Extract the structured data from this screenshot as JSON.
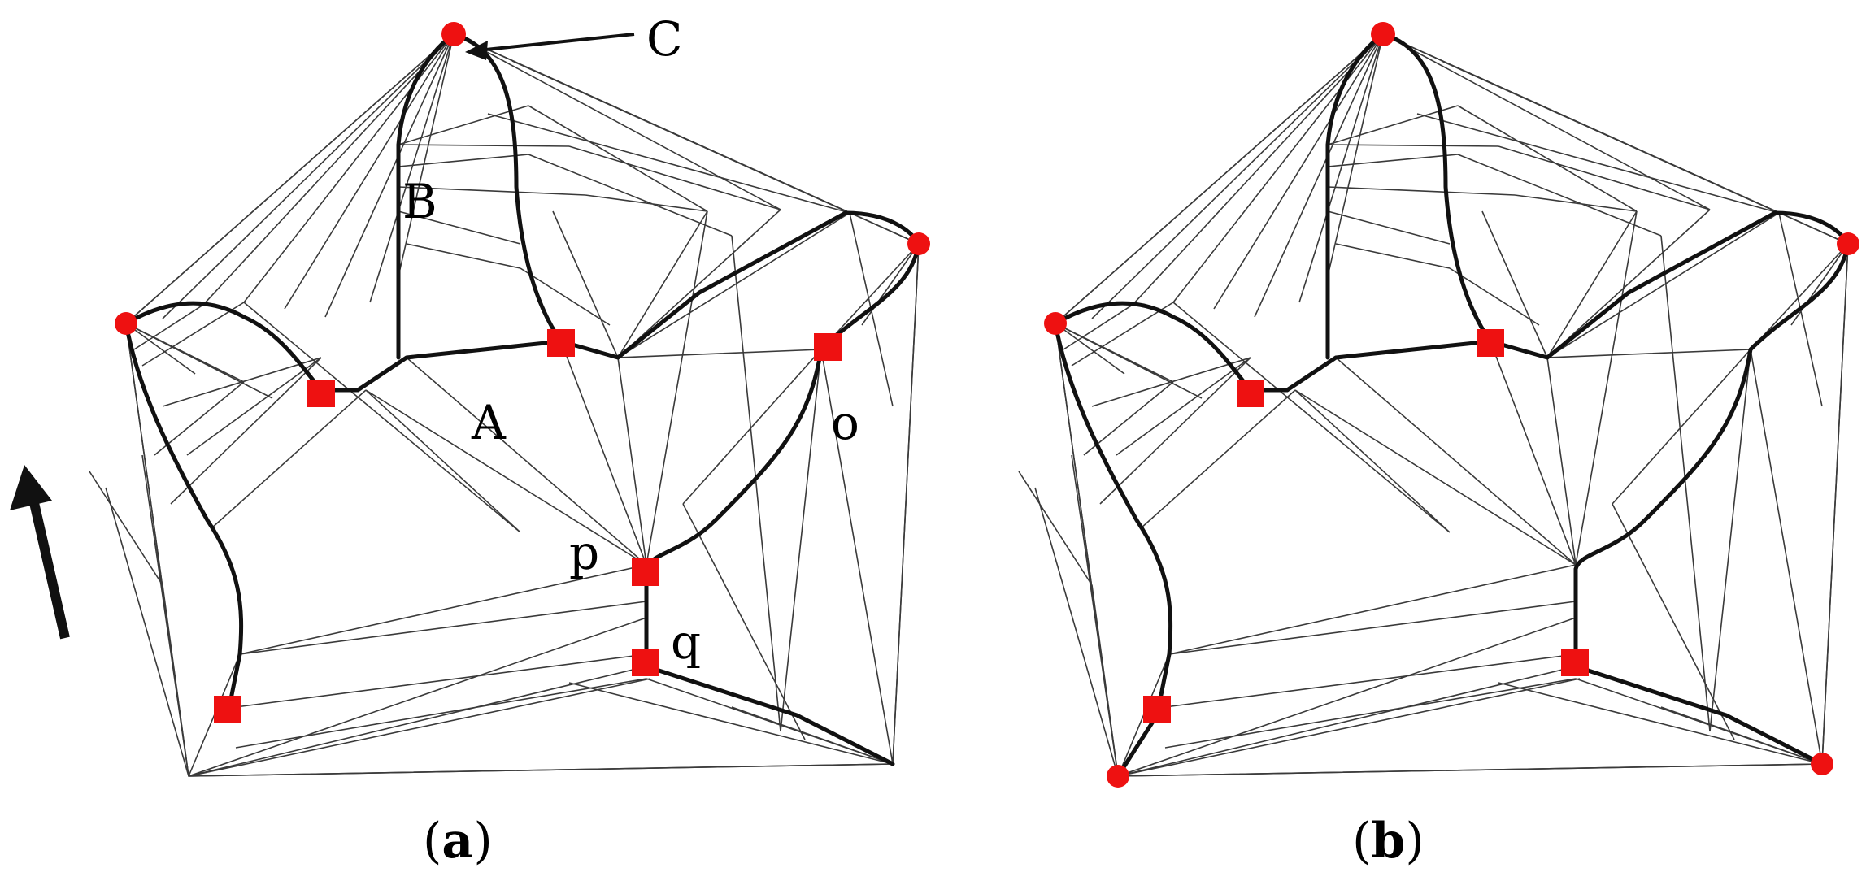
{
  "panels": [
    {
      "caption_letter": "a",
      "labels": {
        "C": "C",
        "B": "B",
        "A": "A",
        "o": "o",
        "p": "p",
        "q": "q"
      }
    },
    {
      "caption_letter": "b"
    }
  ],
  "paren_open": "(",
  "paren_close": ")",
  "colors": {
    "node": "#ee1111",
    "skeleton": "#111111",
    "triangulation": "#3a3a3a"
  }
}
